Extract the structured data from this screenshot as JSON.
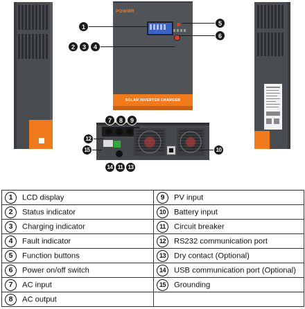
{
  "brand": "POWMR",
  "front_panel_text": "SOLAR INVERTER CHARGER",
  "colors": {
    "body_dark": "#4a4d52",
    "accent_orange": "#f07a1c",
    "lcd_blue": "#3b62c9"
  },
  "callouts": [
    "1",
    "2",
    "3",
    "4",
    "5",
    "6",
    "7",
    "8",
    "9",
    "10",
    "11",
    "12",
    "13",
    "14",
    "15"
  ],
  "legend": [
    {
      "num": "1",
      "label": "LCD display"
    },
    {
      "num": "2",
      "label": "Status indicator"
    },
    {
      "num": "3",
      "label": "Charging indicator"
    },
    {
      "num": "4",
      "label": "Fault indicator"
    },
    {
      "num": "5",
      "label": "Function buttons"
    },
    {
      "num": "6",
      "label": "Power on/off switch"
    },
    {
      "num": "7",
      "label": "AC input"
    },
    {
      "num": "8",
      "label": "AC output"
    },
    {
      "num": "9",
      "label": "PV input"
    },
    {
      "num": "10",
      "label": "Battery input"
    },
    {
      "num": "11",
      "label": "Circuit breaker"
    },
    {
      "num": "12",
      "label": "RS232 communication port"
    },
    {
      "num": "13",
      "label": "Dry contact (Optional)"
    },
    {
      "num": "14",
      "label": "USB communication port (Optional)"
    },
    {
      "num": "15",
      "label": "Grounding"
    }
  ]
}
